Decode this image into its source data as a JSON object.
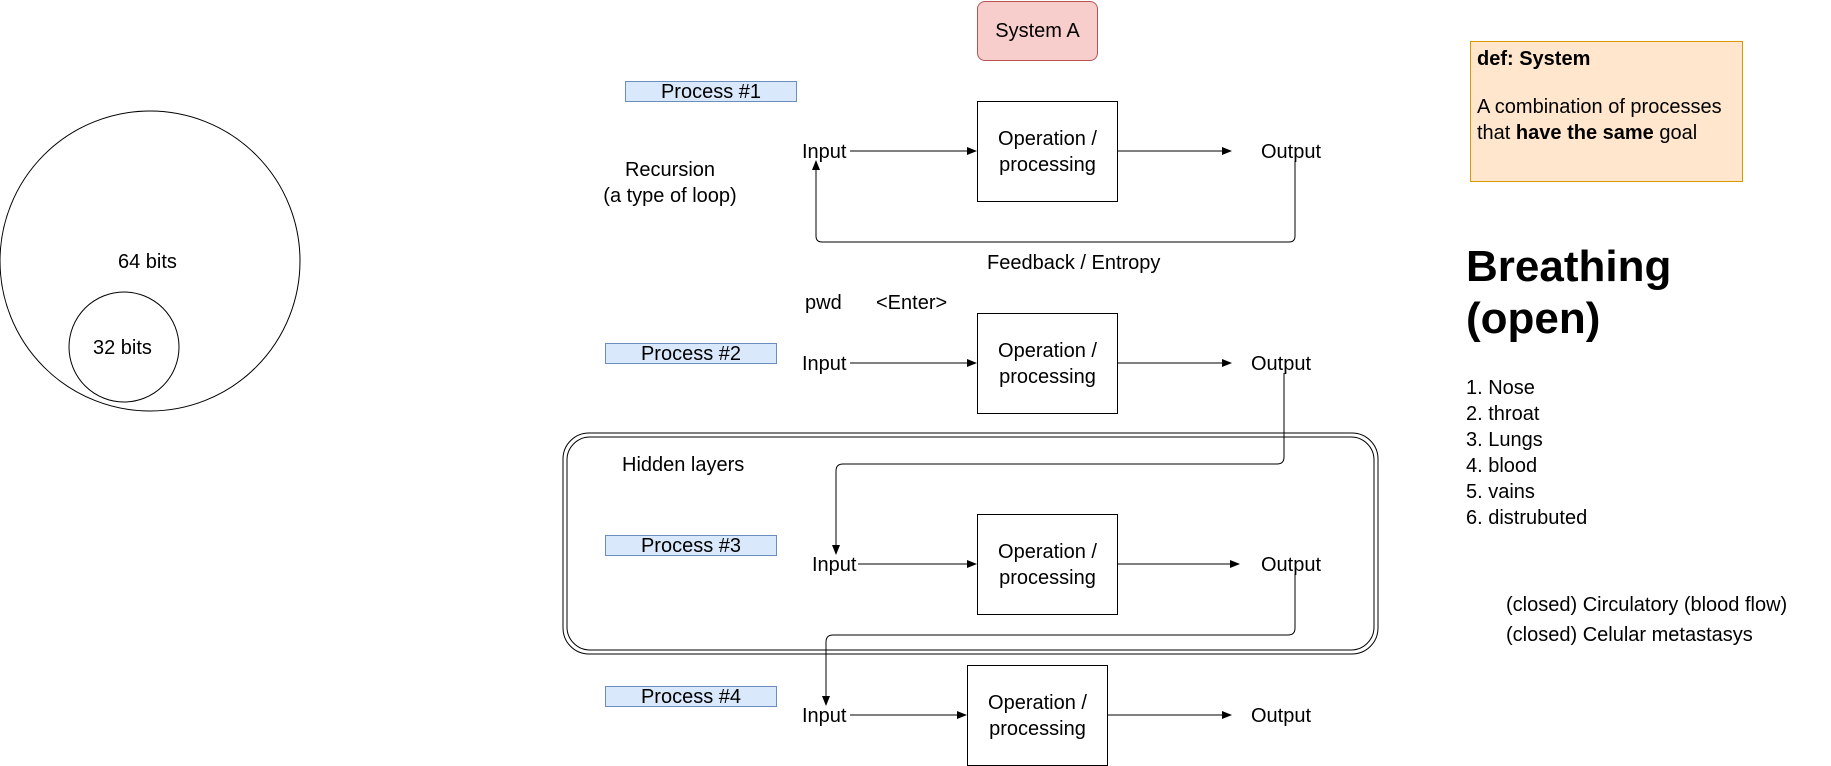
{
  "circles": {
    "outer_label": "64 bits",
    "inner_label": "32 bits"
  },
  "system_title": "System A",
  "processes": [
    {
      "tag": "Process #1",
      "input": "Input",
      "operation": "Operation / processing",
      "output": "Output"
    },
    {
      "tag": "Process #2",
      "input": "Input",
      "operation": "Operation / processing",
      "output": "Output"
    },
    {
      "tag": "Process #3",
      "input": "Input",
      "operation": "Operation / processing",
      "output": "Output"
    },
    {
      "tag": "Process #4",
      "input": "Input",
      "operation": "Operation / processing",
      "output": "Output"
    }
  ],
  "recursion_label": {
    "line1": "Recursion",
    "line2": "(a type of loop)"
  },
  "feedback_label": "Feedback / Entropy",
  "command": {
    "pwd": "pwd",
    "enter": "<Enter>"
  },
  "hidden_layers_label": "Hidden layers",
  "definition": {
    "title": "def: System",
    "text_before": "A combination of processes that ",
    "text_bold": "have the same",
    "text_after": " goal"
  },
  "breathing": {
    "title_line1": "Breathing",
    "title_line2": "(open)",
    "steps": [
      "1. Nose",
      "2. throat",
      "3. Lungs",
      "4. blood",
      "5. vains",
      "6. distrubuted"
    ]
  },
  "closed_systems": [
    "(closed) Circulatory (blood flow)",
    "(closed) Celular metastasys"
  ],
  "colors": {
    "system_fill": "#f8cecc",
    "system_stroke": "#b85450",
    "tag_fill": "#dae8fc",
    "tag_stroke": "#6c8ebf",
    "def_fill": "#ffe6cc",
    "def_stroke": "#d79b00"
  }
}
